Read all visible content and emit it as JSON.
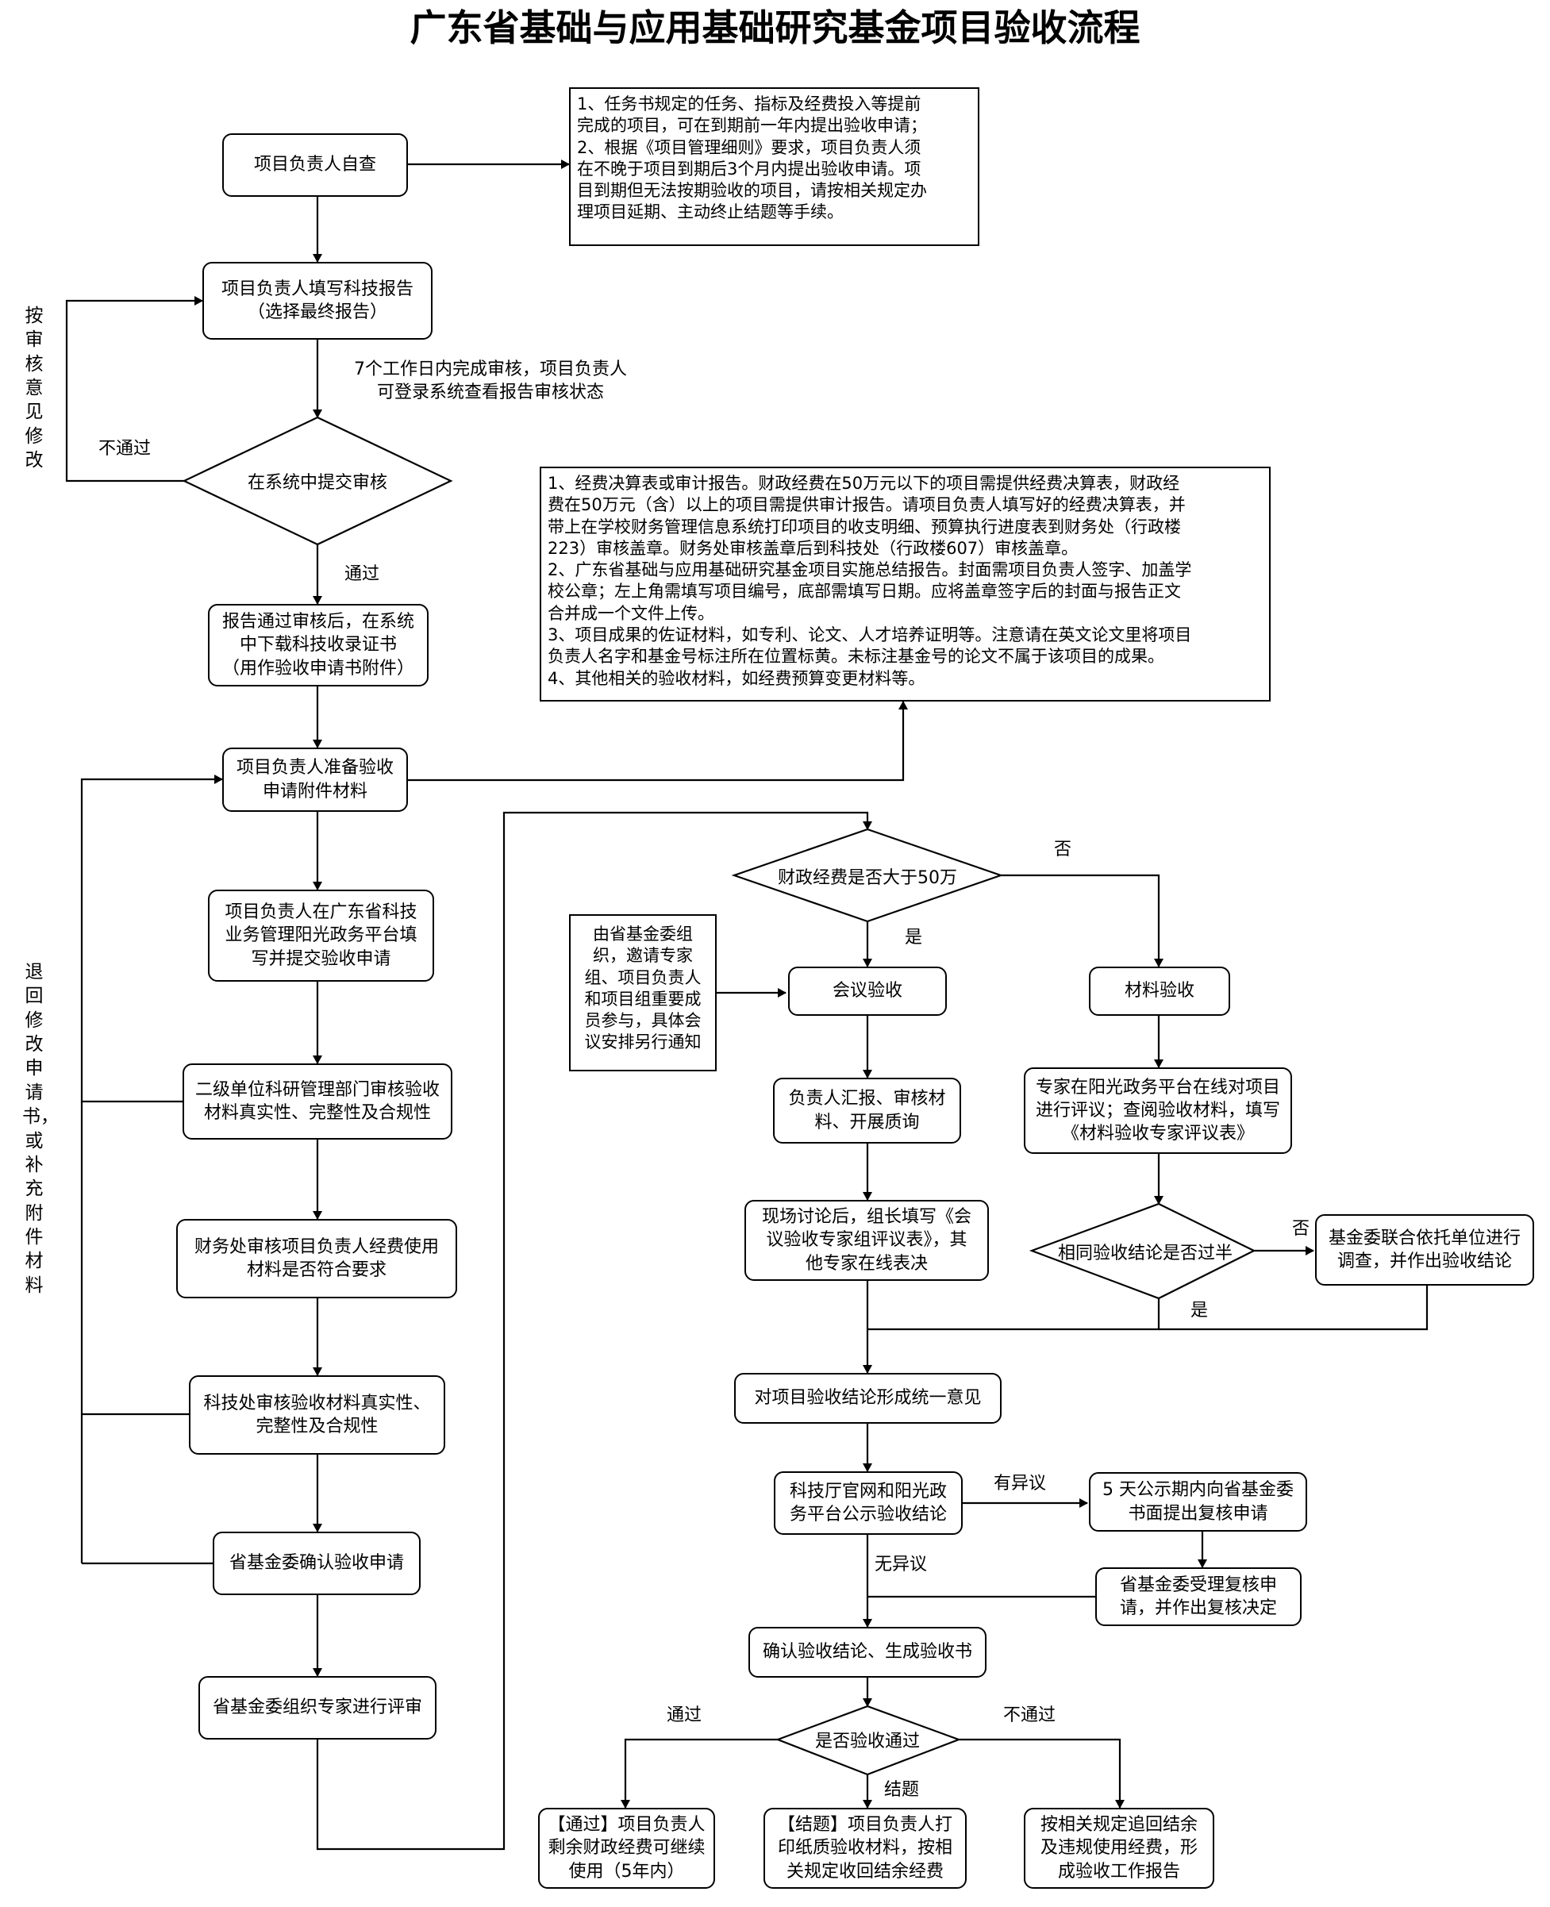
{
  "title": "广东省基础与应用基础研究基金项目验收流程",
  "left_flow": {
    "self_check": "项目负责人自查",
    "fill_report": [
      "项目负责人填写科技报告",
      "（选择最终报告）"
    ],
    "review_note": [
      "7个工作日内完成审核，项目负责人",
      "可登录系统查看报告审核状态"
    ],
    "submit_review": "在系统中提交审核",
    "not_pass": "不通过",
    "pass": "通过",
    "download_cert": [
      "报告通过审核后，在系统",
      "中下载科技收录证书",
      "（用作验收申请书附件）"
    ],
    "prepare_materials": [
      "项目负责人准备验收",
      "申请附件材料"
    ],
    "fill_application": [
      "项目负责人在广东省科技",
      "业务管理阳光政务平台填",
      "写并提交验收申请"
    ],
    "unit_review": [
      "二级单位科研管理部门审核验收",
      "材料真实性、完整性及合规性"
    ],
    "finance_review": [
      "财务处审核项目负责人经费使用",
      "材料是否符合要求"
    ],
    "sci_review": [
      "科技处审核验收材料真实性、",
      "完整性及合规性"
    ],
    "confirm_application": "省基金委确认验收申请",
    "expert_review": "省基金委组织专家进行评审",
    "side_label_1": "按审核意见修改",
    "side_label_2": "退回修改申请书，或补充附件材料"
  },
  "notes": {
    "deadline": [
      "1、任务书规定的任务、指标及经费投入等提前",
      "完成的项目，可在到期前一年内提出验收申请；",
      "2、根据《项目管理细则》要求，项目负责人须",
      "在不晚于项目到期后3个月内提出验收申请。项",
      "目到期但无法按期验收的项目，请按相关规定办",
      "理项目延期、主动终止结题等手续。"
    ],
    "materials": [
      "1、经费决算表或审计报告。财政经费在50万元以下的项目需提供经费决算表，财政经",
      "费在50万元（含）以上的项目需提供审计报告。请项目负责人填写好的经费决算表，并",
      "带上在学校财务管理信息系统打印项目的收支明细、预算执行进度表到财务处（行政楼",
      "223）审核盖章。财务处审核盖章后到科技处（行政楼607）审核盖章。",
      "2、广东省基础与应用基础研究基金项目实施总结报告。封面需项目负责人签字、加盖学",
      "校公章；左上角需填写项目编号，底部需填写日期。应将盖章签字后的封面与报告正文",
      "合并成一个文件上传。",
      "3、项目成果的佐证材料，如专利、论文、人才培养证明等。注意请在英文论文里将项目",
      "负责人名字和基金号标注所在位置标黄。未标注基金号的论文不属于该项目的成果。",
      "4、其他相关的验收材料，如经费预算变更材料等。"
    ],
    "meeting_invite": [
      "由省基金委组",
      "织，邀请专家",
      "组、项目负责人",
      "和项目组重要成",
      "员参与，具体会",
      "议安排另行通知"
    ]
  },
  "right_flow": {
    "budget_check": "财政经费是否大于50万",
    "yes": "是",
    "no": "否",
    "meeting_acceptance": "会议验收",
    "material_acceptance": "材料验收",
    "report_review": [
      "负责人汇报、审核材",
      "料、开展质询"
    ],
    "onsite_discussion": [
      "现场讨论后，组长填写《会",
      "议验收专家组评议表》，其",
      "他专家在线表决"
    ],
    "online_review": [
      "专家在阳光政务平台在线对项目",
      "进行评议；查阅验收材料，填写",
      "《材料验收专家评议表》"
    ],
    "majority_check": "相同验收结论是否过半",
    "majority_no": "否",
    "majority_yes": "是",
    "joint_investigation": [
      "基金委联合依托单位进行",
      "调查，并作出验收结论"
    ],
    "unified_opinion": "对项目验收结论形成统一意见",
    "publicize": [
      "科技厅官网和阳光政",
      "务平台公示验收结论"
    ],
    "objection": "有异议",
    "no_objection": "无异议",
    "recheck_apply": [
      "5 天公示期内向省基金委",
      "书面提出复核申请"
    ],
    "recheck_decision": [
      "省基金委受理复核申",
      "请，并作出复核决定"
    ],
    "confirm_conclusion": "确认验收结论、生成验收书",
    "pass_check": "是否验收通过",
    "pass": "通过",
    "conclude": "结题",
    "fail": "不通过",
    "result_pass": [
      "【通过】项目负责人",
      "剩余财政经费可继续",
      "使用（5年内）"
    ],
    "result_conclude": [
      "【结题】项目负责人打",
      "印纸质验收材料，按相",
      "关规定收回结余经费"
    ],
    "result_fail": [
      "按相关规定追回结余",
      "及违规使用经费，形",
      "成验收工作报告"
    ]
  }
}
